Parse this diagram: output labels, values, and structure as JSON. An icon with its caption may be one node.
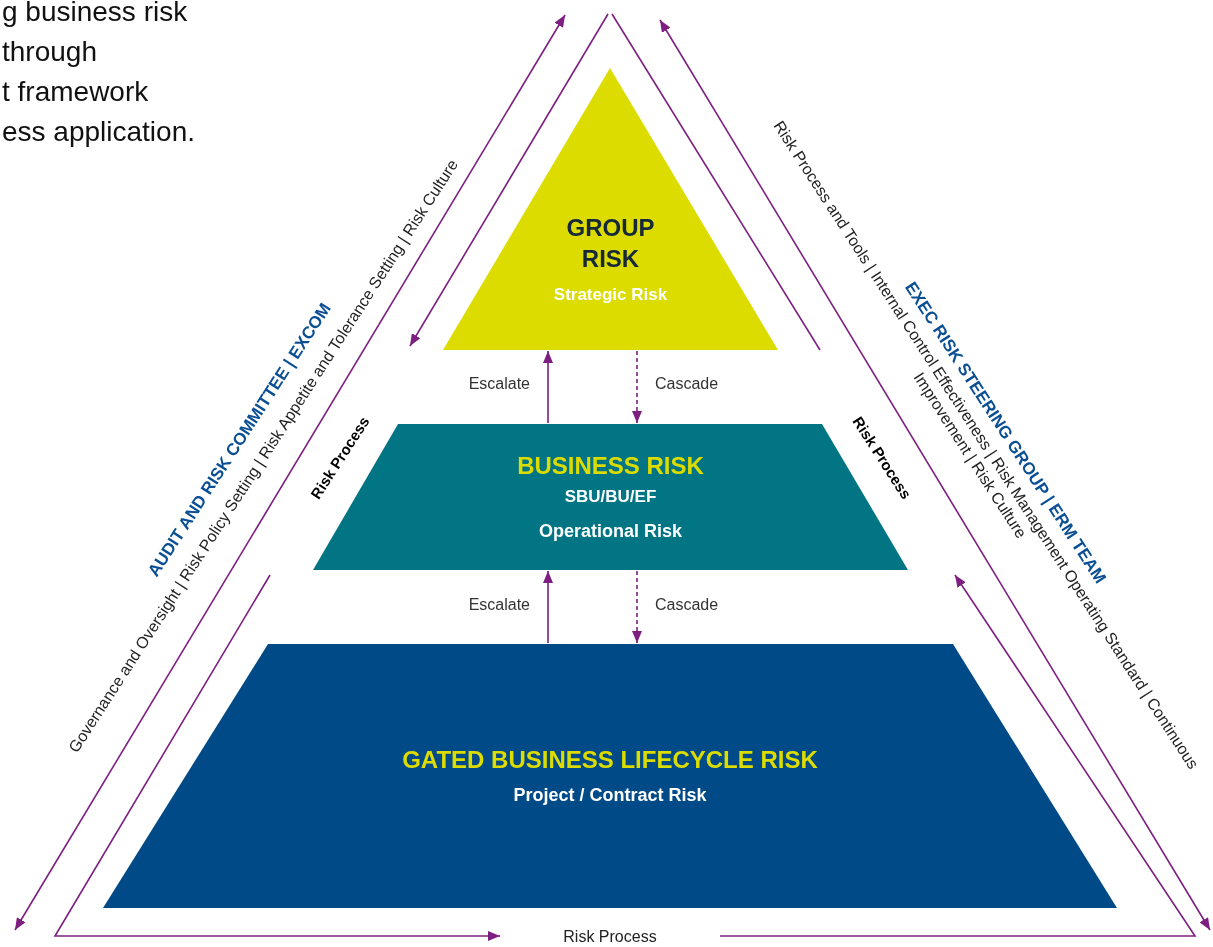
{
  "diagram": {
    "nodes": [
      {
        "text": [
          "GROUP RISK",
          "Strategic Risk"
        ]
      },
      {
        "text": [
          "BUSINESS RISK",
          "SBU/BU/EF",
          "Operational Risk"
        ]
      },
      {
        "text": [
          "GATED BUSINESS LIFECYCLE RISK",
          "Project / Contract Risk"
        ]
      }
    ],
    "edges": [
      {
        "from": 1,
        "to": 0,
        "arrow": "to",
        "label": "Escalate"
      },
      {
        "from": 0,
        "to": 1,
        "arrow": "to",
        "label": "Cascade",
        "style": "dashed"
      },
      {
        "from": 2,
        "to": 1,
        "arrow": "to",
        "label": "Escalate"
      },
      {
        "from": 1,
        "to": 2,
        "arrow": "to",
        "label": "Cascade",
        "style": "dashed"
      }
    ],
    "labels": [
      "g business risk",
      "through",
      "t framework",
      "ess application.",
      "AUDIT AND RISK COMMITTEE | EXCOM",
      "Governance and Oversight | Risk Policy Setting | Risk Appetite and Tolerance Setting | Risk Culture",
      "EXEC RISK STEERING GROUP | ERM TEAM",
      "Risk Process and Tools | Internal Control Effectiveness | Risk Management Operating Standard | Continuous Improvement | Risk Culture",
      "Risk Process",
      "Risk Process",
      "Risk Process"
    ]
  }
}
